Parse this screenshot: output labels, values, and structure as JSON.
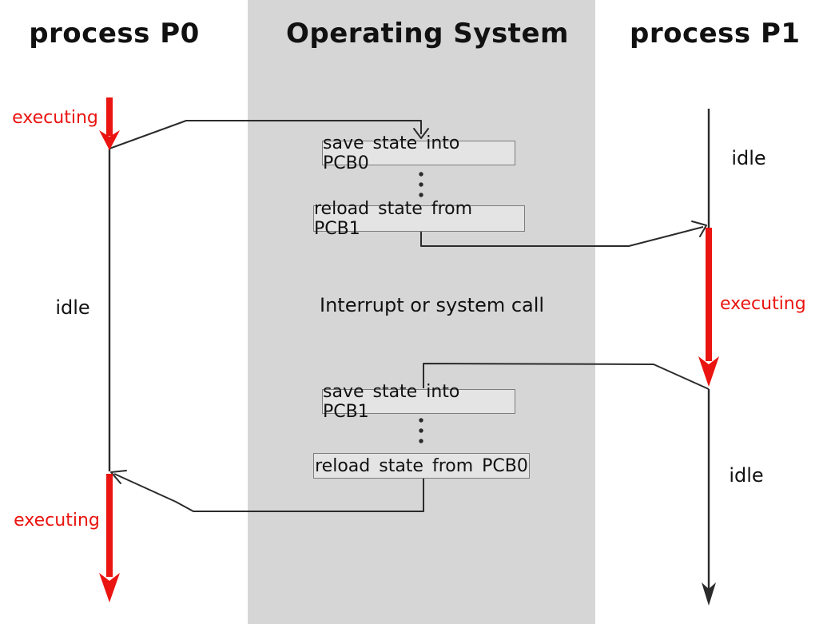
{
  "titles": {
    "p0": "process P0",
    "os": "Operating System",
    "p1": "process P1"
  },
  "p0_column": {
    "executing_top": "executing",
    "idle": "idle",
    "executing_bottom": "executing"
  },
  "os_column": {
    "interrupt_label": "Interrupt or system call",
    "boxes": [
      {
        "label": "save state into PCB0"
      },
      {
        "label": "reload state from PCB1"
      },
      {
        "label": "save state into PCB1"
      },
      {
        "label": "reload state from PCB0"
      }
    ]
  },
  "p1_column": {
    "idle_top": "idle",
    "executing": "executing",
    "idle_bottom": "idle"
  },
  "icons": {
    "ellipsis": "vertical-ellipsis-icon",
    "red_execution_arrow": "red-down-arrow-icon",
    "timeline_end_arrow": "black-down-arrow-icon",
    "connector_arrowhead": "thin-v-arrowhead-icon"
  },
  "colors": {
    "band": "#d6d6d6",
    "box_fill": "#e4e4e4",
    "box_border": "#7d7d7d",
    "line": "#2b2b2b",
    "text": "#111111",
    "executing_red": "#ea1410"
  }
}
